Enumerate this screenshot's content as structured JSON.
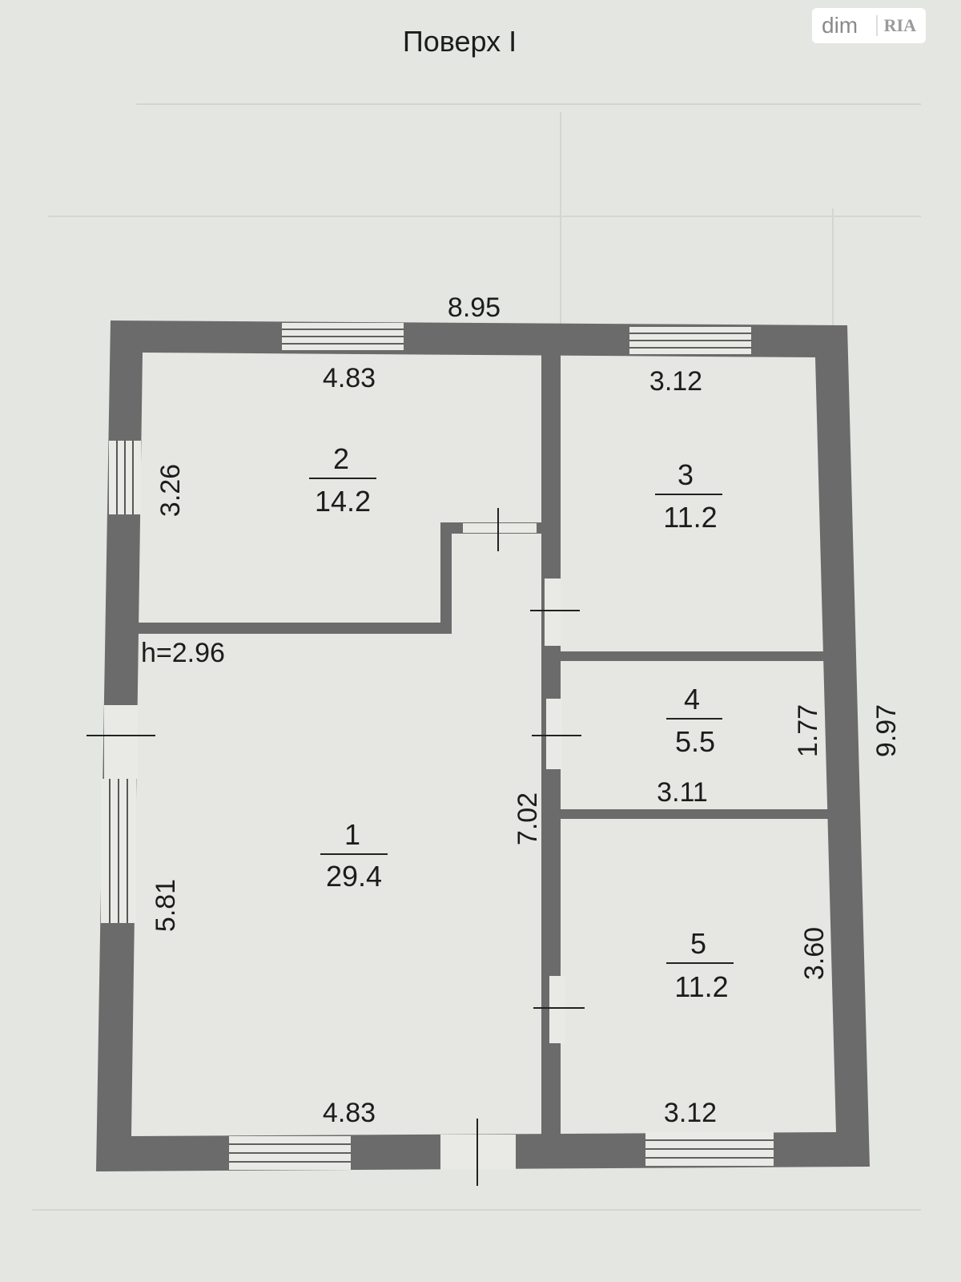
{
  "floor_title": "Поверх I",
  "watermark": {
    "part1": "dim",
    "part2": "RIA"
  },
  "ceiling_height_label": "h=2.96",
  "dimensions": {
    "overall_width": "8.95",
    "overall_height": "9.97",
    "room2_top": "4.83",
    "room2_side": "3.26",
    "room3_top": "3.12",
    "room4_side": "1.77",
    "room4_bottom": "3.11",
    "partition_height": "7.02",
    "room1_side": "5.81",
    "room1_bottom": "4.83",
    "room5_side": "3.60",
    "room5_bottom": "3.12"
  },
  "rooms": [
    {
      "number": "1",
      "area": "29.4"
    },
    {
      "number": "2",
      "area": "14.2"
    },
    {
      "number": "3",
      "area": "11.2"
    },
    {
      "number": "4",
      "area": "5.5"
    },
    {
      "number": "5",
      "area": "11.2"
    }
  ],
  "colors": {
    "wall": "#6b6b6b",
    "paper": "#e4e6e1",
    "ink": "#1c1c1c"
  }
}
